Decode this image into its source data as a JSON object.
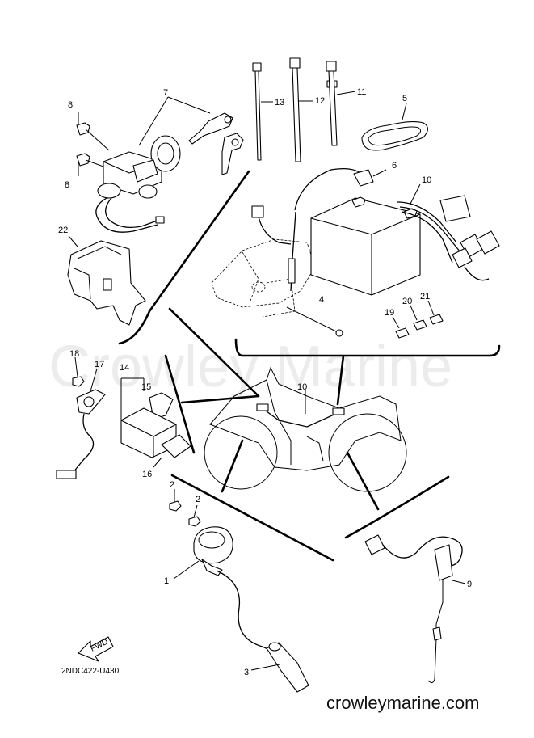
{
  "watermark": "Crowley Marine",
  "site_footer": "crowleymarine.com",
  "diagram_code": "2NDC422-U430",
  "direction_label": "FWD",
  "callouts": {
    "c1": "1",
    "c2a": "2",
    "c2b": "2",
    "c3": "3",
    "c4": "4",
    "c5": "5",
    "c6": "6",
    "c7": "7",
    "c8a": "8",
    "c8b": "8",
    "c9": "9",
    "c10a": "10",
    "c10b": "10",
    "c11": "11",
    "c12": "12",
    "c13": "13",
    "c14": "14",
    "c15": "15",
    "c16": "16",
    "c17": "17",
    "c18": "18",
    "c19": "19",
    "c20": "20",
    "c21": "21",
    "c22": "22"
  }
}
